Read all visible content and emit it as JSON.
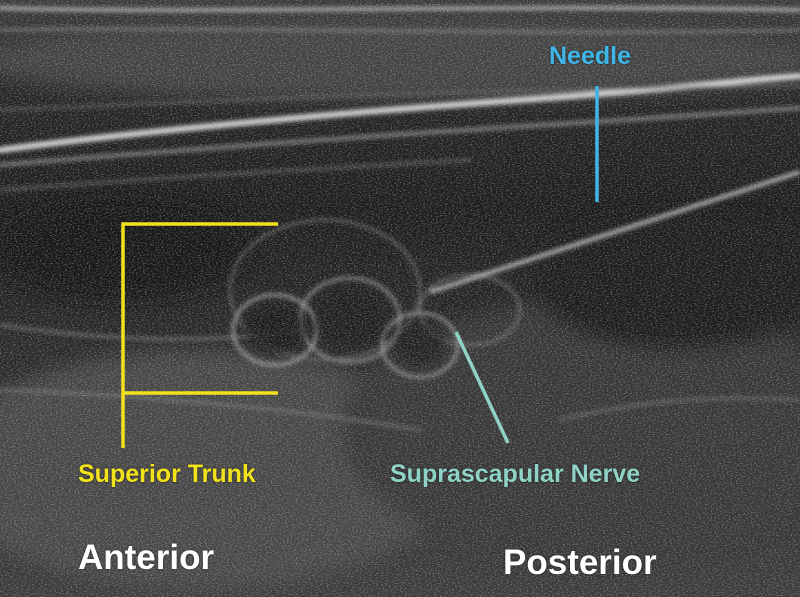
{
  "labels": {
    "needle": "Needle",
    "superior_trunk": "Superior Trunk",
    "suprascapular_nerve": "Suprascapular Nerve",
    "anterior": "Anterior",
    "posterior": "Posterior"
  },
  "colors": {
    "needle": "#3fb6e8",
    "superior_trunk": "#f2e21c",
    "suprascapular_nerve": "#8fd3c6",
    "orientation": "#ffffff"
  }
}
